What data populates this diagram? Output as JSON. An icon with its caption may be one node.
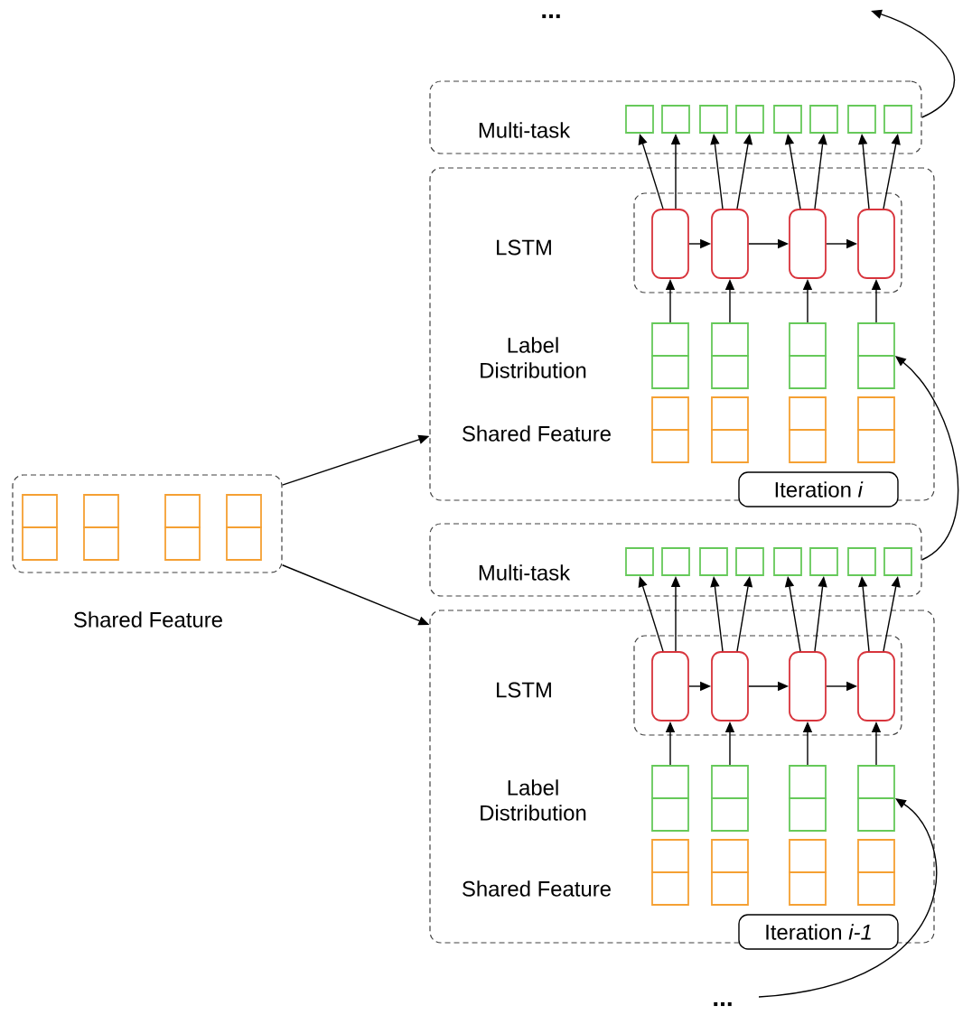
{
  "diagram": {
    "nodes": [
      {
        "text": [
          "Multi-task"
        ]
      },
      {
        "text": [],
        "shape": "box",
        "in": 0
      },
      {
        "text": [],
        "shape": "box",
        "in": 0
      },
      {
        "text": [],
        "shape": "box",
        "in": 0
      },
      {
        "text": [],
        "shape": "box",
        "in": 0
      },
      {
        "text": [],
        "shape": "box",
        "in": 0
      },
      {
        "text": [],
        "shape": "box",
        "in": 0
      },
      {
        "text": [],
        "shape": "box",
        "in": 0
      },
      {
        "text": [],
        "shape": "box",
        "in": 0
      },
      {
        "text": [
          "LSTM",
          "Label Distribution",
          "Shared Feature"
        ]
      },
      {
        "text": [],
        "shape": "box",
        "in": 9
      },
      {
        "text": [],
        "shape": "box",
        "in": 10
      },
      {
        "text": [],
        "shape": "box",
        "in": 10
      },
      {
        "text": [],
        "shape": "box",
        "in": 10
      },
      {
        "text": [],
        "shape": "box",
        "in": 10
      },
      {
        "text": [],
        "shape": "box",
        "in": 9
      },
      {
        "text": [],
        "shape": "box",
        "in": 9
      },
      {
        "text": [],
        "shape": "box",
        "in": 9
      },
      {
        "text": [],
        "shape": "box",
        "in": 9
      },
      {
        "text": [],
        "shape": "box",
        "in": 9
      },
      {
        "text": [],
        "shape": "box",
        "in": 9
      },
      {
        "text": [],
        "shape": "box",
        "in": 9
      },
      {
        "text": [],
        "shape": "box",
        "in": 9
      },
      {
        "text": [
          "Iteration *i*"
        ],
        "in": 9
      },
      {
        "text": [
          "Multi-task"
        ]
      },
      {
        "text": [],
        "shape": "box",
        "in": 24
      },
      {
        "text": [],
        "shape": "box",
        "in": 24
      },
      {
        "text": [],
        "shape": "box",
        "in": 24
      },
      {
        "text": [],
        "shape": "box",
        "in": 24
      },
      {
        "text": [],
        "shape": "box",
        "in": 24
      },
      {
        "text": [],
        "shape": "box",
        "in": 24
      },
      {
        "text": [],
        "shape": "box",
        "in": 24
      },
      {
        "text": [],
        "shape": "box",
        "in": 24
      },
      {
        "text": [
          "LSTM",
          "Label Distribution",
          "Shared Feature"
        ]
      },
      {
        "text": [],
        "shape": "box",
        "in": 33
      },
      {
        "text": [],
        "shape": "box",
        "in": 34
      },
      {
        "text": [],
        "shape": "box",
        "in": 34
      },
      {
        "text": [],
        "shape": "box",
        "in": 34
      },
      {
        "text": [],
        "shape": "box",
        "in": 34
      },
      {
        "text": [],
        "shape": "box",
        "in": 33
      },
      {
        "text": [],
        "shape": "box",
        "in": 33
      },
      {
        "text": [],
        "shape": "box",
        "in": 33
      },
      {
        "text": [],
        "shape": "box",
        "in": 33
      },
      {
        "text": [],
        "shape": "box",
        "in": 33
      },
      {
        "text": [],
        "shape": "box",
        "in": 33
      },
      {
        "text": [],
        "shape": "box",
        "in": 33
      },
      {
        "text": [],
        "shape": "box",
        "in": 33
      },
      {
        "text": [
          "Iteration *i-1*"
        ],
        "in": 33
      },
      {
        "text": [
          "Shared Feature"
        ]
      },
      {
        "text": [],
        "shape": "box",
        "in": 48
      },
      {
        "text": [],
        "shape": "box",
        "in": 48
      },
      {
        "text": [],
        "shape": "box",
        "in": 48
      },
      {
        "text": [],
        "shape": "box",
        "in": 48
      }
    ],
    "edges": [
      {
        "from": 15,
        "to": 11,
        "arrow": "to"
      },
      {
        "from": 16,
        "to": 12,
        "arrow": "to"
      },
      {
        "from": 17,
        "to": 13,
        "arrow": "to"
      },
      {
        "from": 18,
        "to": 14,
        "arrow": "to"
      },
      {
        "from": 11,
        "to": 12,
        "arrow": "to"
      },
      {
        "from": 12,
        "to": 13,
        "arrow": "to"
      },
      {
        "from": 13,
        "to": 14,
        "arrow": "to"
      },
      {
        "from": 11,
        "to": 1,
        "arrow": "to"
      },
      {
        "from": 11,
        "to": 2,
        "arrow": "to"
      },
      {
        "from": 12,
        "to": 3,
        "arrow": "to"
      },
      {
        "from": 12,
        "to": 4,
        "arrow": "to"
      },
      {
        "from": 13,
        "to": 5,
        "arrow": "to"
      },
      {
        "from": 13,
        "to": 6,
        "arrow": "to"
      },
      {
        "from": 14,
        "to": 7,
        "arrow": "to"
      },
      {
        "from": 14,
        "to": 8,
        "arrow": "to"
      },
      {
        "from": 39,
        "to": 35,
        "arrow": "to"
      },
      {
        "from": 40,
        "to": 36,
        "arrow": "to"
      },
      {
        "from": 41,
        "to": 37,
        "arrow": "to"
      },
      {
        "from": 42,
        "to": 38,
        "arrow": "to"
      },
      {
        "from": 35,
        "to": 36,
        "arrow": "to"
      },
      {
        "from": 36,
        "to": 37,
        "arrow": "to"
      },
      {
        "from": 37,
        "to": 38,
        "arrow": "to"
      },
      {
        "from": 35,
        "to": 25,
        "arrow": "to"
      },
      {
        "from": 35,
        "to": 26,
        "arrow": "to"
      },
      {
        "from": 36,
        "to": 27,
        "arrow": "to"
      },
      {
        "from": 36,
        "to": 28,
        "arrow": "to"
      },
      {
        "from": 37,
        "to": 29,
        "arrow": "to"
      },
      {
        "from": 37,
        "to": 30,
        "arrow": "to"
      },
      {
        "from": 38,
        "to": 31,
        "arrow": "to"
      },
      {
        "from": 38,
        "to": 32,
        "arrow": "to"
      },
      {
        "from": 48,
        "to": 9,
        "arrow": "to"
      },
      {
        "from": 48,
        "to": 33,
        "arrow": "to"
      },
      {
        "from": 24,
        "to": 18,
        "arrow": "to"
      },
      {
        "from": 0,
        "to": null,
        "arrow": "to"
      },
      {
        "from": null,
        "to": 42,
        "arrow": "to"
      }
    ],
    "labels": [
      "...",
      "..."
    ]
  }
}
